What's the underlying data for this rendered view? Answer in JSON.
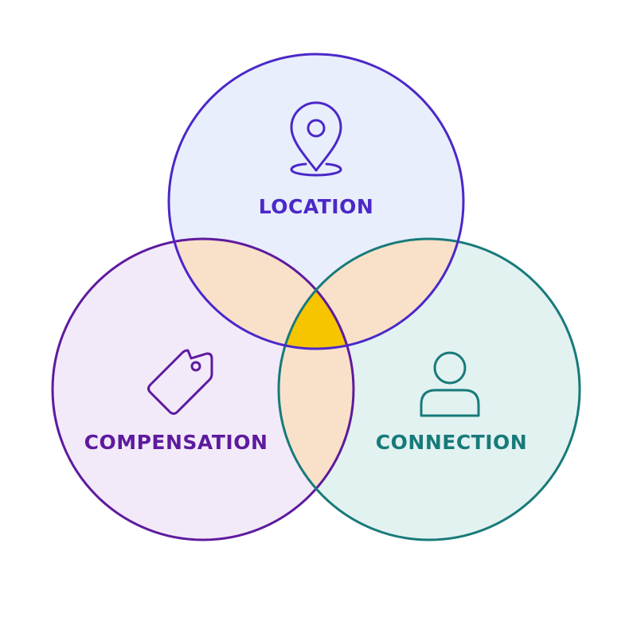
{
  "diagram": {
    "type": "venn",
    "sets": [
      {
        "key": "location",
        "label": "LOCATION",
        "icon": "map-pin-icon",
        "color": "#4B28C8",
        "fill": "#E8EEFB"
      },
      {
        "key": "compensation",
        "label": "COMPENSATION",
        "icon": "price-tag-icon",
        "color": "#5E1A9E",
        "fill": "#F2EAF9"
      },
      {
        "key": "connection",
        "label": "CONNECTION",
        "icon": "person-icon",
        "color": "#187A7A",
        "fill": "#E2F2F1"
      }
    ],
    "overlap_pair_fill": "#F9E1C9",
    "overlap_center_fill": "#F6C500"
  }
}
